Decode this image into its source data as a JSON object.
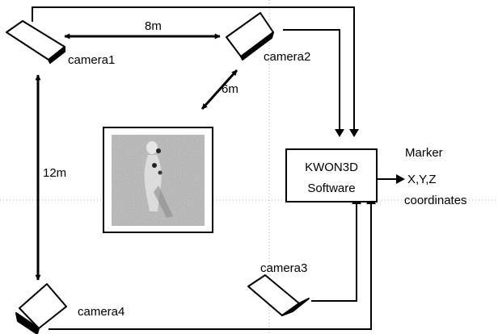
{
  "cameras": {
    "camera1": "camera1",
    "camera2": "camera2",
    "camera3": "camera3",
    "camera4": "camera4"
  },
  "distances": {
    "cam1_cam2": "8m",
    "cam2_subject": "6m",
    "cam1_cam4": "12m"
  },
  "software_box": {
    "line1": "KWON3D",
    "line2": "Software"
  },
  "output": {
    "line1": "Marker",
    "line2": "X,Y,Z",
    "line3": "coordinates"
  },
  "subject_photo_icon": "motion-capture-subject-photo",
  "colors": {
    "line": "#000000",
    "camera_fill": "#ffffff",
    "photo_bg": "#b8b8b8",
    "guide": "#b0b0b0"
  }
}
